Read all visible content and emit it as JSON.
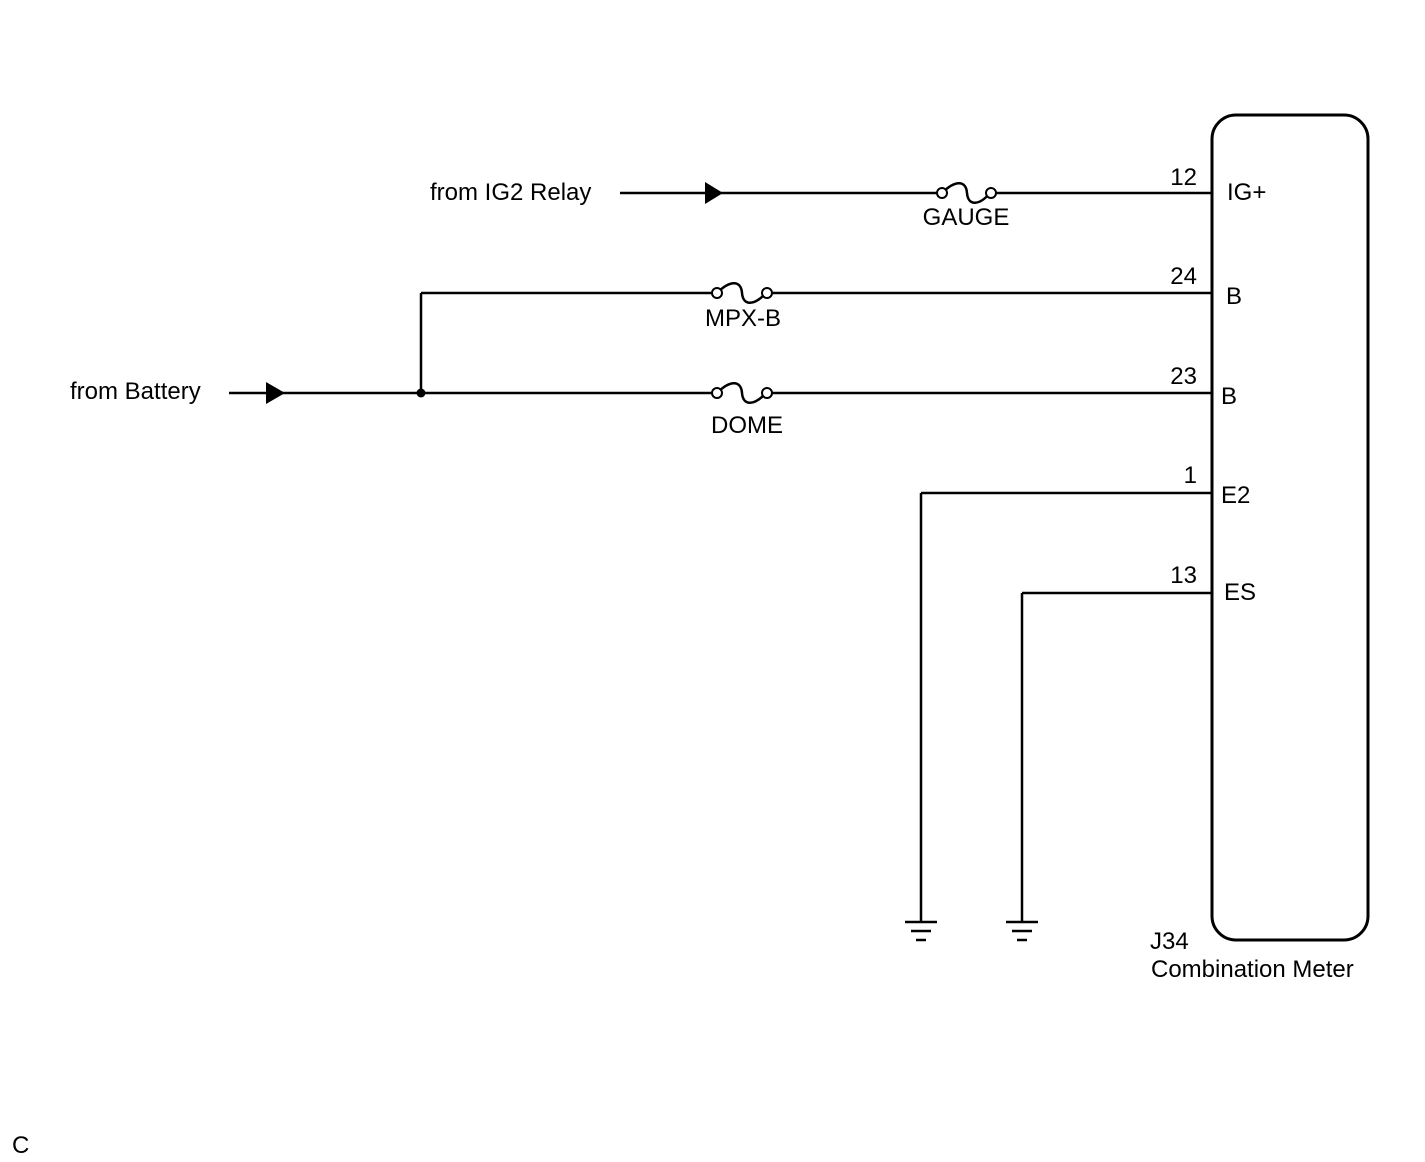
{
  "sources": {
    "ig2_relay": "from IG2 Relay",
    "battery": "from Battery"
  },
  "fuses": {
    "gauge": "GAUGE",
    "mpx_b": "MPX-B",
    "dome": "DOME"
  },
  "pins": [
    {
      "number": "12",
      "name": "IG+"
    },
    {
      "number": "24",
      "name": "B"
    },
    {
      "number": "23",
      "name": "B"
    },
    {
      "number": "1",
      "name": "E2"
    },
    {
      "number": "13",
      "name": "ES"
    }
  ],
  "component": {
    "id": "J34",
    "name": "Combination Meter"
  },
  "corner_letter": "C",
  "colors": {
    "line": "#000000",
    "background": "#ffffff"
  }
}
